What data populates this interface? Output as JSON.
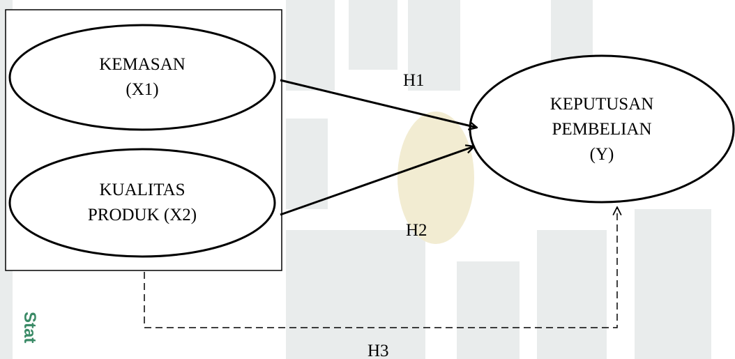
{
  "colors": {
    "watermark": "#e9ecec",
    "watermark_center": "#f2ecd2",
    "sidebar_accent": "#3a8a66",
    "line": "#000000"
  },
  "watermark": {
    "icon": "university-logo-watermark",
    "side_text": "Stat"
  },
  "nodes": {
    "x1": {
      "line1": "KEMASAN",
      "line2": "(X1)"
    },
    "x2": {
      "line1": "KUALITAS",
      "line2": "PRODUK (X2)"
    },
    "y": {
      "line1": "KEPUTUSAN",
      "line2": "PEMBELIAN",
      "line3": "(Y)"
    }
  },
  "edges": {
    "h1": {
      "label": "H1",
      "from": "KEMASAN (X1)",
      "to": "KEPUTUSAN PEMBELIAN (Y)",
      "style": "solid"
    },
    "h2": {
      "label": "H2",
      "from": "KUALITAS PRODUK (X2)",
      "to": "KEPUTUSAN PEMBELIAN (Y)",
      "style": "solid"
    },
    "h3": {
      "label": "H3",
      "from": "X1 & X2 group",
      "to": "KEPUTUSAN PEMBELIAN (Y)",
      "style": "dashed"
    }
  }
}
